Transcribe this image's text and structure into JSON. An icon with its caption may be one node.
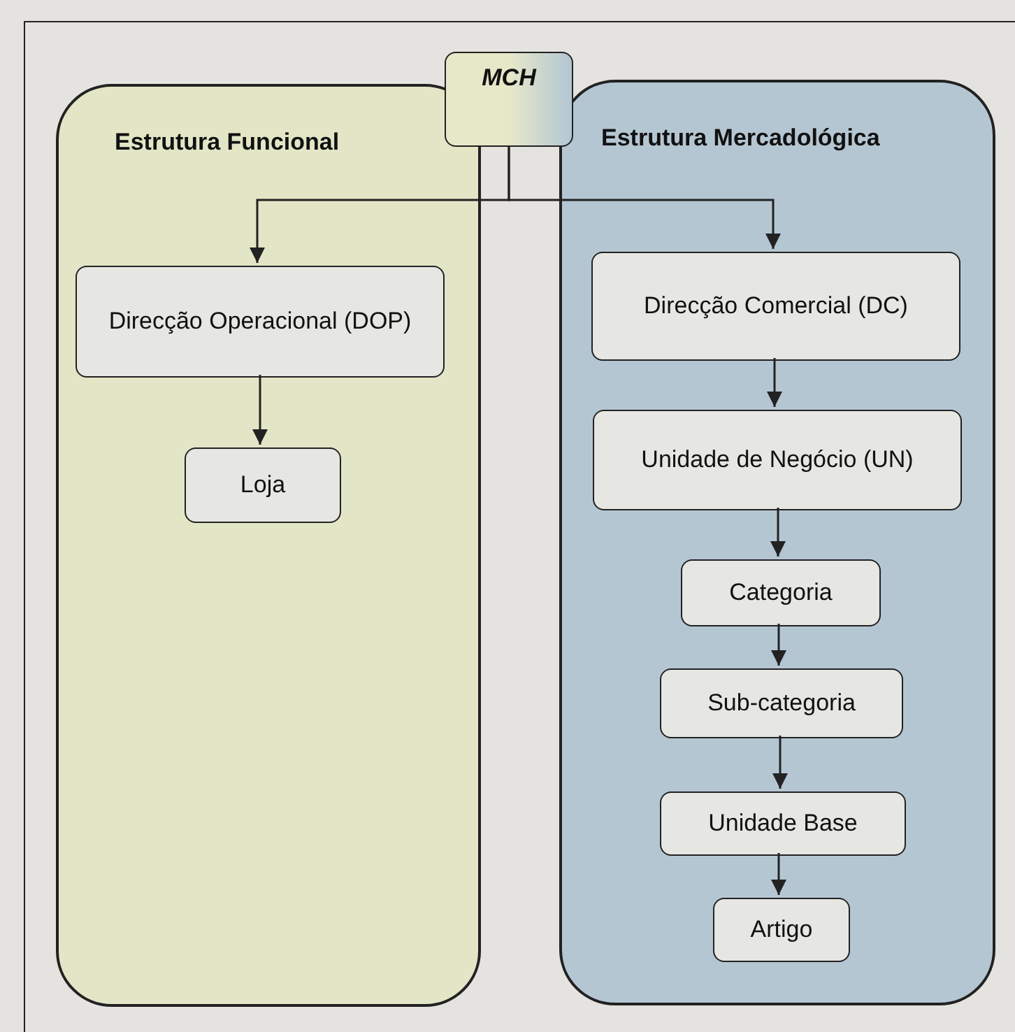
{
  "diagram": {
    "nodes": [
      {
        "text": [
          "Estrutura Funcional"
        ]
      },
      {
        "text": [
          "MCH"
        ]
      },
      {
        "text": [
          "Estrutura Mercadológica"
        ]
      },
      {
        "text": [
          "Direcção Operacional (DOP)"
        ],
        "in": 0
      },
      {
        "text": [
          "Loja"
        ],
        "in": 0
      },
      {
        "text": [
          "Direcção Comercial (DC)"
        ],
        "in": 2
      },
      {
        "text": [
          "Unidade de Negócio (UN)"
        ],
        "in": 2
      },
      {
        "text": [
          "Categoria"
        ],
        "in": 2
      },
      {
        "text": [
          "Sub-categoria"
        ],
        "in": 2
      },
      {
        "text": [
          "Unidade Base"
        ],
        "in": 2
      },
      {
        "text": [
          "Artigo"
        ],
        "in": 2
      }
    ],
    "edges": [
      {
        "from": 1,
        "to": 3,
        "arrow": "to"
      },
      {
        "from": 1,
        "to": 5,
        "arrow": "to"
      },
      {
        "from": 3,
        "to": 4,
        "arrow": "to"
      },
      {
        "from": 5,
        "to": 6,
        "arrow": "to"
      },
      {
        "from": 6,
        "to": 7,
        "arrow": "to"
      },
      {
        "from": 7,
        "to": 8,
        "arrow": "to"
      },
      {
        "from": 8,
        "to": 9,
        "arrow": "to"
      },
      {
        "from": 9,
        "to": 10,
        "arrow": "to"
      }
    ]
  }
}
